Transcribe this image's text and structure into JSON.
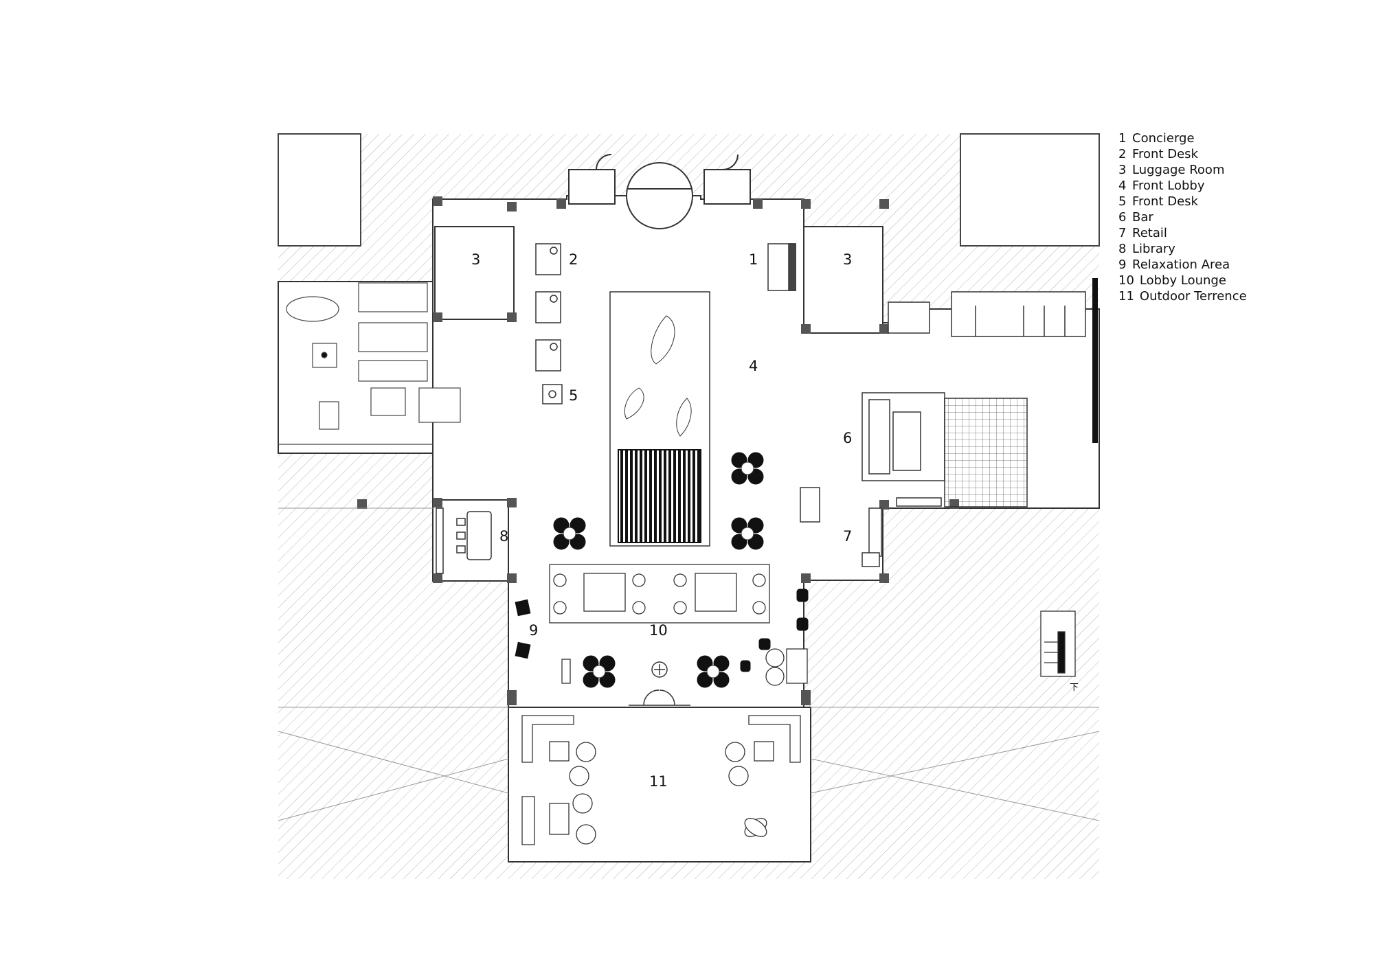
{
  "legend": [
    {
      "num": "1",
      "name": "Concierge"
    },
    {
      "num": "2",
      "name": "Front Desk"
    },
    {
      "num": "3",
      "name": "Luggage Room"
    },
    {
      "num": "4",
      "name": "Front Lobby"
    },
    {
      "num": "5",
      "name": "Front Desk"
    },
    {
      "num": "6",
      "name": "Bar"
    },
    {
      "num": "7",
      "name": "Retail"
    },
    {
      "num": "8",
      "name": "Library"
    },
    {
      "num": "9",
      "name": "Relaxation Area"
    },
    {
      "num": "10",
      "name": "Lobby Lounge"
    },
    {
      "num": "11",
      "name": "Outdoor Terrence"
    }
  ],
  "plan_labels": {
    "concierge": "1",
    "front_desk_a": "2",
    "luggage_left": "3",
    "luggage_right": "3",
    "front_lobby": "4",
    "front_desk_b": "5",
    "bar": "6",
    "retail": "7",
    "library": "8",
    "relaxation": "9",
    "lounge": "10",
    "terrace": "11",
    "stair_mark": "下"
  },
  "colors": {
    "line": "#333333",
    "hatch": "#b5b5b5",
    "fill": "#111111",
    "background": "#ffffff"
  }
}
